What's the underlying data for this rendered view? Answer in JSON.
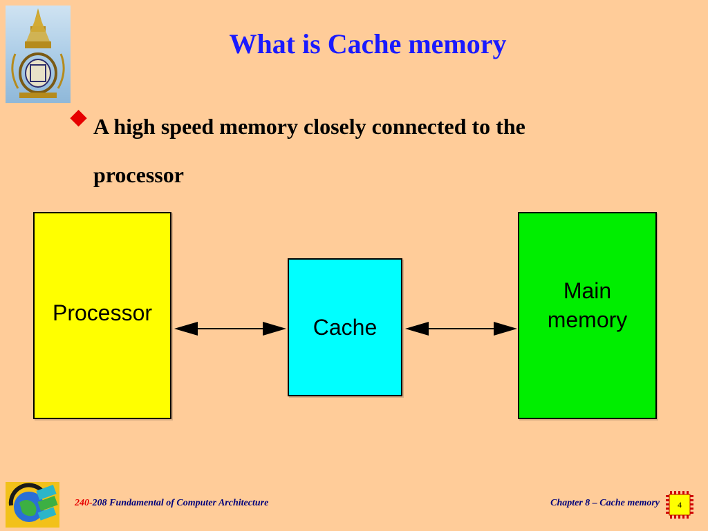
{
  "slide": {
    "title": "What is Cache memory",
    "bullet": "A high speed memory closely connected to the processor"
  },
  "diagram": {
    "processor_label": "Processor",
    "cache_label": "Cache",
    "main_memory_line1": "Main",
    "main_memory_line2": "memory"
  },
  "footer": {
    "course_code_prefix": "240-",
    "course_rest": "208 Fundamental of Computer Architecture",
    "chapter": "Chapter 8 – Cache memory",
    "page_number": "4"
  },
  "colors": {
    "background": "#ffcc99",
    "title": "#1a1aff",
    "bullet_marker": "#e60000",
    "processor": "#ffff00",
    "cache": "#00ffff",
    "main_memory": "#00ee00"
  }
}
